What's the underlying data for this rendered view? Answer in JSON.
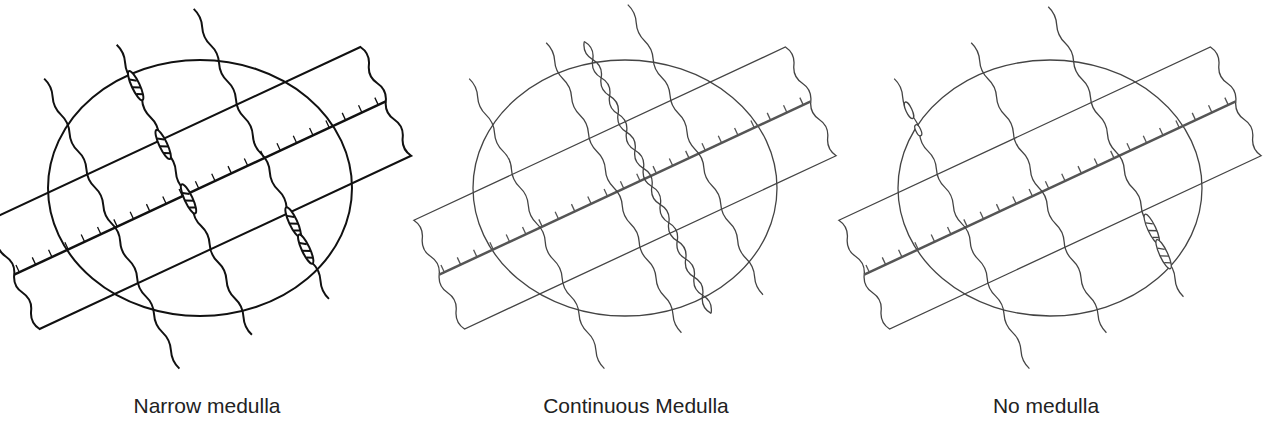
{
  "diagram": {
    "labels": [
      "Narrow medulla",
      "Continuous Medulla",
      "No medulla"
    ]
  }
}
